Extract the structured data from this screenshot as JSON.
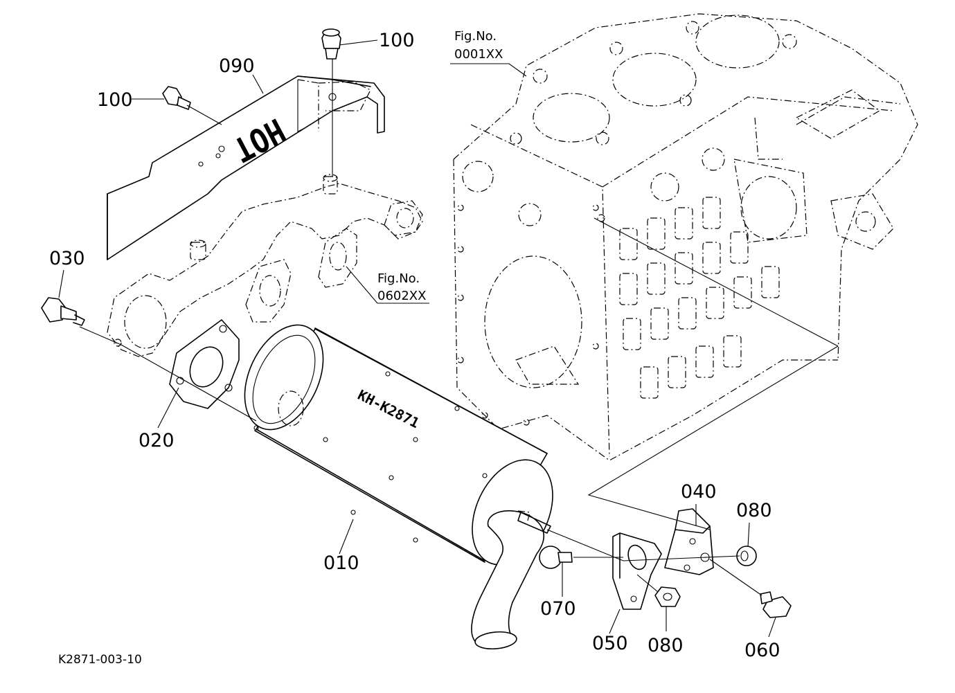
{
  "callouts": {
    "p100_top": "100",
    "p090": "090",
    "p100_left": "100",
    "p030": "030",
    "p020": "020",
    "p010": "010",
    "p040": "040",
    "p080_right": "080",
    "p070": "070",
    "p050": "050",
    "p080_bottom": "080",
    "p060": "060"
  },
  "figure_refs": {
    "block": {
      "label": "Fig.No.",
      "code": "0001XX"
    },
    "manifold": {
      "label": "Fig.No.",
      "code": "0602XX"
    }
  },
  "embossed": {
    "cover_text": "HOT",
    "muffler_text": "KH-K2871"
  },
  "drawing_id": "K2871-003-10"
}
